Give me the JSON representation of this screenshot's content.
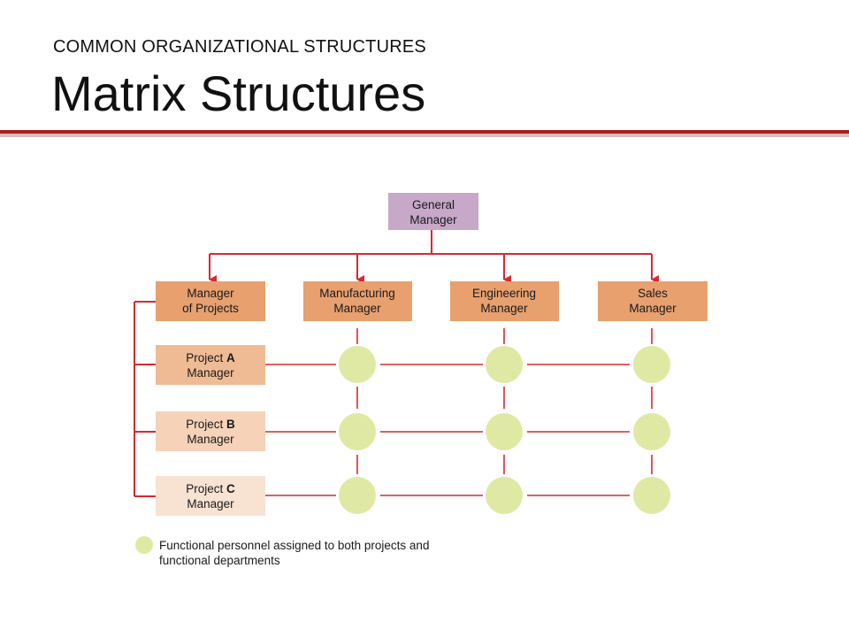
{
  "header": {
    "subtitle": "COMMON ORGANIZATIONAL STRUCTURES",
    "title": "Matrix Structures"
  },
  "diagram": {
    "general_manager": [
      "General",
      "Manager"
    ],
    "functional_managers": [
      [
        "Manager",
        "of Projects"
      ],
      [
        "Manufacturing",
        "Manager"
      ],
      [
        "Engineering",
        "Manager"
      ],
      [
        "Sales",
        "Manager"
      ]
    ],
    "project_managers": [
      {
        "prefix": "Project ",
        "letter": "A",
        "line2": "Manager"
      },
      {
        "prefix": "Project ",
        "letter": "B",
        "line2": "Manager"
      },
      {
        "prefix": "Project ",
        "letter": "C",
        "line2": "Manager"
      }
    ],
    "legend": {
      "line1": "Functional personnel assigned to both projects and",
      "line2": "functional departments"
    }
  },
  "colors": {
    "accent_rule": "#a61e22",
    "connector": "#d62a2f",
    "general_manager_fill": "#c7a8c9",
    "manager_fill": "#e8a06f",
    "project_a_fill": "#efbb94",
    "project_b_fill": "#f5d2b8",
    "project_c_fill": "#f8e2d2",
    "personnel_fill": "#dfe9a3"
  }
}
